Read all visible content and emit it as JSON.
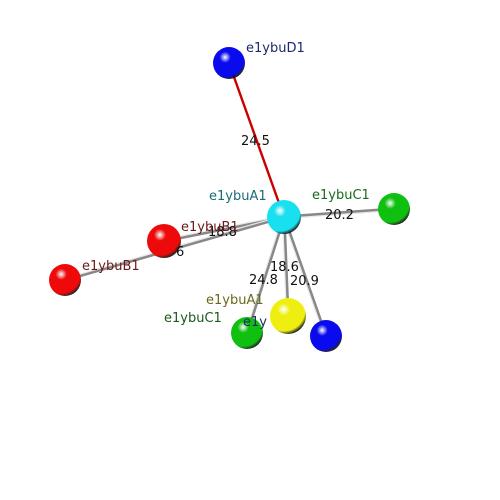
{
  "nodes": [
    {
      "id": "D1_top",
      "label": "e1ybuD1",
      "color": "#0a0aee",
      "label_color": "#1a2a6a"
    },
    {
      "id": "A1_center",
      "label": "e1ybuA1",
      "color": "#18e0ee",
      "label_color": "#1a6a7a"
    },
    {
      "id": "C1_right",
      "label": "e1ybuC1",
      "color": "#10c010",
      "label_color": "#1a6a1a"
    },
    {
      "id": "B1_mid",
      "label": "e1ybuB1",
      "color": "#ee0a0a",
      "label_color": "#6a1a1a"
    },
    {
      "id": "B1_left",
      "label": "e1ybuB1",
      "color": "#ee0a0a",
      "label_color": "#6a1a1a"
    },
    {
      "id": "A1_yellow",
      "label": "e1ybuA1",
      "color": "#eeee10",
      "label_color": "#6a6a1a"
    },
    {
      "id": "C1_low",
      "label": "e1ybuC1",
      "color": "#10c010",
      "label_color": "#1a5a1a"
    },
    {
      "id": "D1_low",
      "label": "e1y",
      "color": "#0a0aee",
      "label_color": "#1a2a6a"
    }
  ],
  "edges": [
    {
      "from": "A1_center",
      "to": "D1_top",
      "color": "#cc0000",
      "label": "24.5"
    },
    {
      "from": "A1_center",
      "to": "C1_right",
      "color": "#aaaaaa",
      "label": "20.2"
    },
    {
      "from": "A1_center",
      "to": "B1_mid",
      "color": "#aaaaaa",
      "label": "18.8"
    },
    {
      "from": "A1_center",
      "to": "B1_left",
      "color": "#aaaaaa",
      "label": "6"
    },
    {
      "from": "A1_center",
      "to": "A1_yellow",
      "color": "#aaaaaa",
      "label": "18.6"
    },
    {
      "from": "A1_center",
      "to": "C1_low",
      "color": "#aaaaaa",
      "label": "24.8"
    },
    {
      "from": "A1_center",
      "to": "D1_low",
      "color": "#aaaaaa",
      "label": "20.9"
    }
  ]
}
